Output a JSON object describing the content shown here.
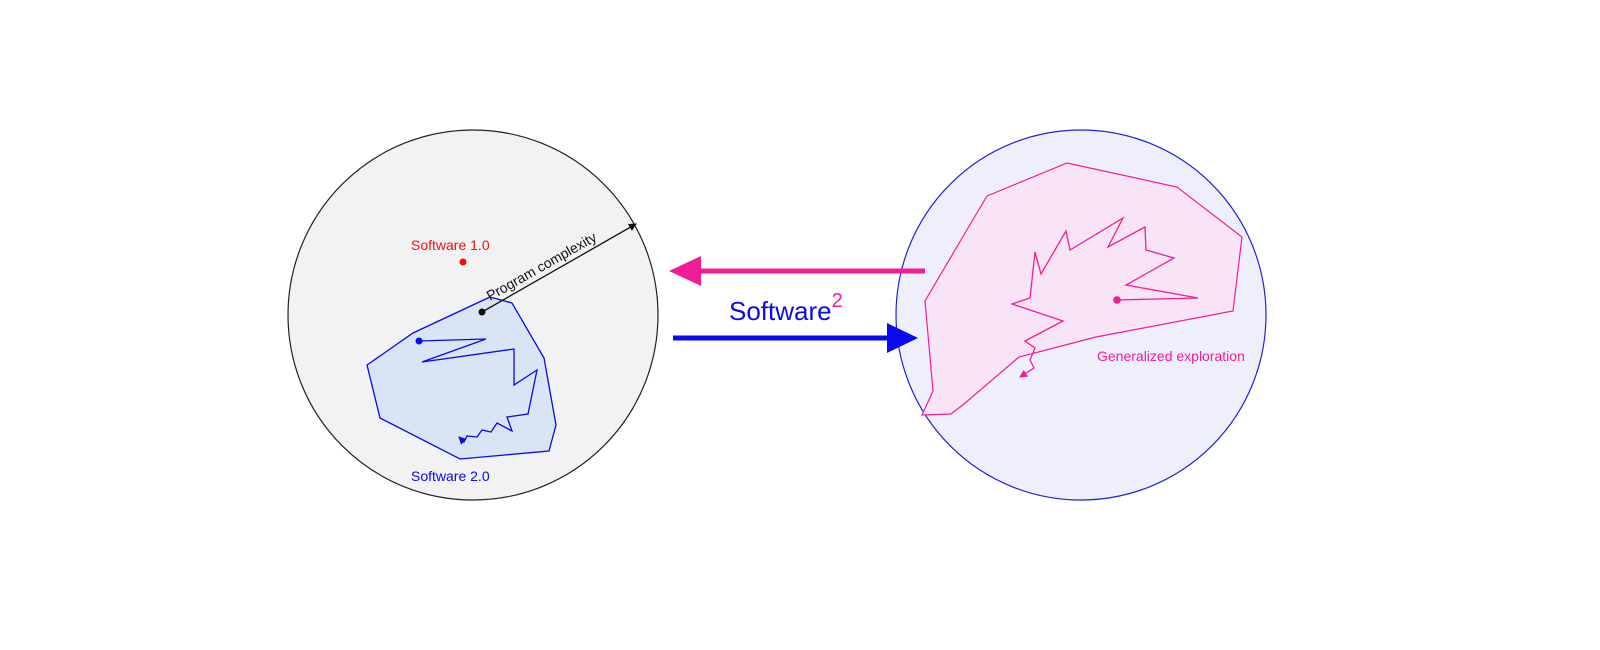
{
  "diagram": {
    "left_circle": {
      "labels": {
        "software_1": "Software 1.0",
        "software_2": "Software 2.0",
        "complexity": "Program complexity"
      }
    },
    "right_circle": {
      "labels": {
        "exploration": "Generalized exploration"
      }
    },
    "center": {
      "title": "Software",
      "superscript": "2"
    },
    "colors": {
      "left_circle_fill": "#f2f2f2",
      "left_circle_stroke": "#222222",
      "right_circle_fill": "#eeeffb",
      "right_circle_stroke": "#2222dd",
      "blue": "#0a0aee",
      "blue_region_fill": "#d9e4f5",
      "pink": "#f01e96",
      "pink_region_fill": "#f9e4f5",
      "red": "#ee1111",
      "black": "#111111"
    }
  }
}
